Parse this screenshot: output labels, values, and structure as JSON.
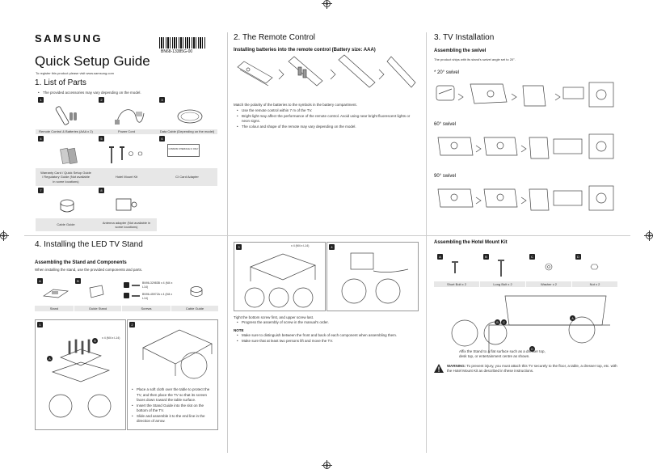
{
  "brand": "SAMSUNG",
  "model_code": "BN68-13385G-00",
  "title": "Quick Setup Guide",
  "register_note": "To register this product please visit www.samsung.com",
  "section1": {
    "heading": "1.  List of Parts",
    "note": "The provided accessories may vary depending on the model.",
    "parts": [
      {
        "num": "1",
        "label": "Remote Control & Batteries (AAA x 2)"
      },
      {
        "num": "2",
        "label": "Power Cord"
      },
      {
        "num": "3",
        "label": "Data Cable (Depending on the model)"
      },
      {
        "num": "4",
        "label": "Warranty Card / Quick Setup Guide / Regulatory Guide (Not available in some locations)"
      },
      {
        "num": "5",
        "label": "Hotel Mount Kit"
      },
      {
        "num": "6",
        "label": "CI Card Adapter"
      },
      {
        "num": "7",
        "label": "Cable Guide"
      },
      {
        "num": "8",
        "label": "Antenna adapter (Not available in some locations)"
      }
    ],
    "ci_card_text": "COMMON INTERFACE CI ONLY"
  },
  "section2": {
    "heading": "2.  The Remote Control",
    "subheading": "Installing batteries into the remote control (Battery size: AAA)",
    "intro": "Match the polarity of the batteries to the symbols in the battery compartment.",
    "bullets": [
      "Use the remote control within 7 m of the TV.",
      "Bright light may affect the performance of the remote control. Avoid using near bright fluorescent lights or neon signs.",
      "The colour and shape of the remote may vary depending on the model."
    ]
  },
  "section3": {
    "heading": "3.  TV Installation",
    "subheading": "Assembling the swivel",
    "note": "The product ships with its stand's swivel angle set to 20°.",
    "swivels": [
      "* 20° swivel",
      "60° swivel",
      "90° swivel"
    ]
  },
  "section4": {
    "heading": "4.  Installing the LED TV Stand",
    "subheading": "Assembling the Stand and Components",
    "intro": "When installing the stand, use the provided components and parts.",
    "components": [
      {
        "letter": "A",
        "label": "Stand"
      },
      {
        "letter": "B",
        "label": "Guide Stand"
      },
      {
        "letter": "",
        "label": "Screws"
      },
      {
        "letter": "",
        "label": "Cable Guide"
      }
    ],
    "screw1": "BN96-32983B x 4 (M4 x L14)",
    "screw2": "BN96-45972A x 4 (M4 x L14)",
    "step1_screw": "x 4 (M4 x L14)",
    "step2_bullets": [
      "Place a soft cloth over the table to protect the TV, and then place the TV so that its screen faces down toward the table surface.",
      "Insert the Stand Guide into the slot on the bottom of the TV.",
      "Slide and assemble it to the end line in the direction of arrow."
    ],
    "step3_screw": "x 4 (M4 x L14)",
    "step3_text": "Tight the bottom screw first, and upper screw last.",
    "step3_bullet": "Progress the assembly of screw in the manual's order.",
    "note_label": "NOTE",
    "notes": [
      "Make sure to distinguish between the front and back of each component when assembling them.",
      "Make sure that at least two persons lift and move the TV."
    ]
  },
  "hotel_kit": {
    "heading": "Assembling the Hotel Mount Kit",
    "items": [
      {
        "letter": "A",
        "label": "Short Bolt x 2"
      },
      {
        "letter": "B",
        "label": "Long Bolt x 2"
      },
      {
        "letter": "C",
        "label": "Washer x 2"
      },
      {
        "letter": "D",
        "label": "Nut x 2"
      }
    ],
    "affix_note": "Affix the Stand to a flat surface such as a dresser top, desk top, or entertainment centre as shown.",
    "warning_label": "WARNING:",
    "warning_text": "To prevent injury, you must attach this TV securely to the floor, a table, a dresser top, etc. with the Hotel Mount Kit as described in these instructions."
  },
  "steps": [
    "1",
    "2",
    "3",
    "4"
  ],
  "angles": [
    "60°",
    "90°"
  ]
}
